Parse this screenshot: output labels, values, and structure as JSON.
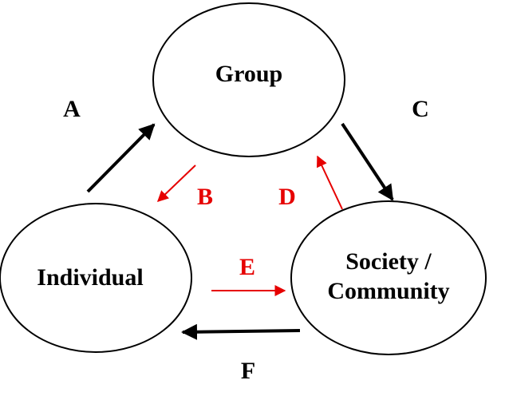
{
  "colors": {
    "outline": "#000000",
    "black_arrow": "#000000",
    "red_arrow": "#e60000",
    "background": "#ffffff"
  },
  "nodes": {
    "group": {
      "label": "Group"
    },
    "individual": {
      "label": "Individual"
    },
    "society": {
      "label_line1": "Society /",
      "label_line2": "Community"
    }
  },
  "edges": {
    "a": {
      "label": "A",
      "from": "individual",
      "to": "group",
      "color": "black"
    },
    "b": {
      "label": "B",
      "from": "group",
      "to": "individual",
      "color": "red"
    },
    "c": {
      "label": "C",
      "from": "group",
      "to": "society",
      "color": "black"
    },
    "d": {
      "label": "D",
      "from": "society",
      "to": "group",
      "color": "red"
    },
    "e": {
      "label": "E",
      "from": "individual",
      "to": "society",
      "color": "red"
    },
    "f": {
      "label": "F",
      "from": "society",
      "to": "individual",
      "color": "black"
    }
  }
}
